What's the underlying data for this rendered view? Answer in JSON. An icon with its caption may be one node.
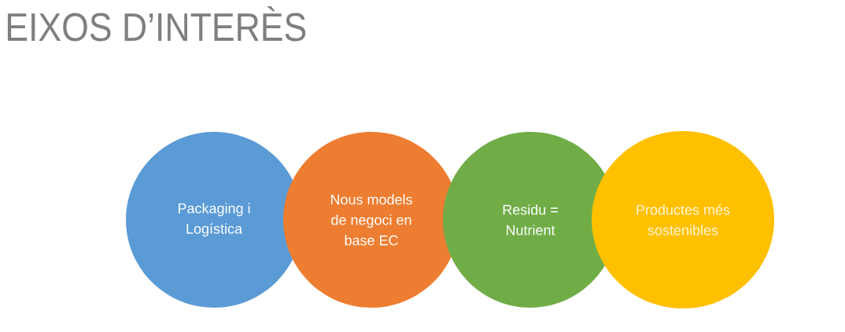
{
  "diagram": {
    "title": "EIXOS D’INTERÈS",
    "nodes": [
      {
        "text": [
          "Packaging i Logística"
        ]
      },
      {
        "text": [
          "Nous models de negoci en base EC"
        ]
      },
      {
        "text": [
          "Residu = Nutrient"
        ]
      },
      {
        "text": [
          "Productes més sostenibles"
        ]
      }
    ]
  }
}
